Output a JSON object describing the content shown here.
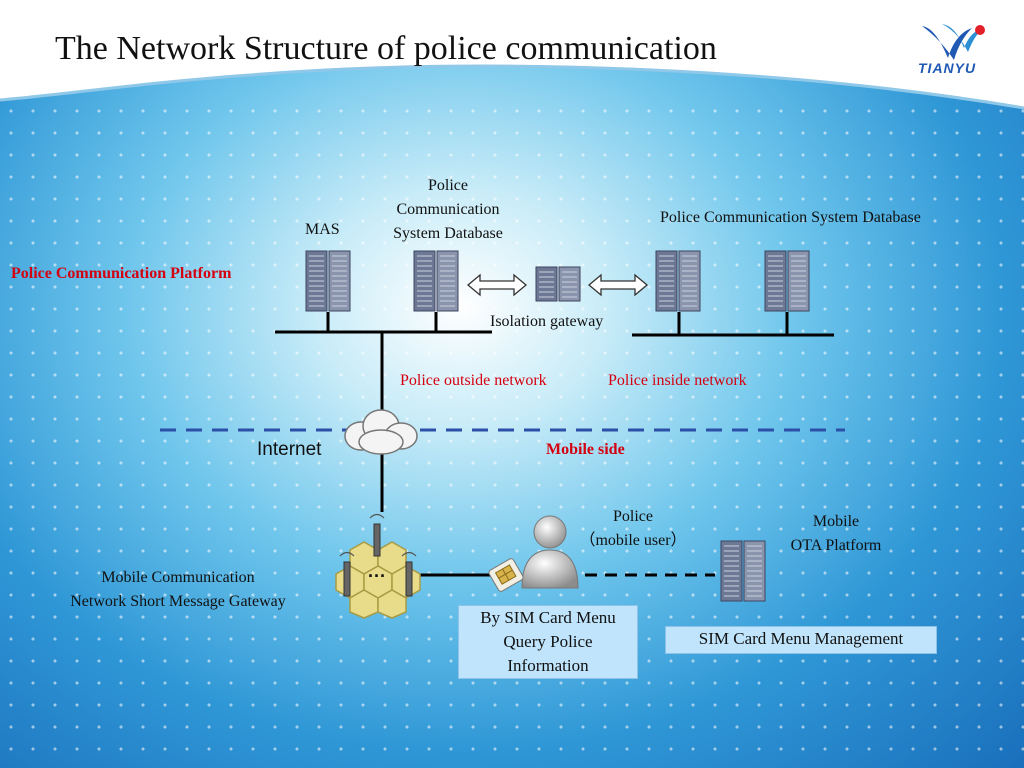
{
  "title": "The Network Structure of police communication",
  "logo": {
    "text": "TIANYU",
    "icon": "tianyu-wave-logo"
  },
  "labels": {
    "mas": "MAS",
    "pcsd_top_line1": "Police",
    "pcsd_top_line2": "Communication",
    "pcsd_top_line3": "System Database",
    "pcsd_right": "Police Communication  System Database",
    "platform": "Police Communication  Platform",
    "isolation_gateway": "Isolation gateway",
    "outside_network": "Police outside network",
    "inside_network": "Police inside network",
    "internet": "Internet",
    "mobile_side": "Mobile side",
    "police_user_line1": "Police",
    "police_user_line2": "（mobile user）",
    "ota_line1": "Mobile",
    "ota_line2": "OTA  Platform",
    "gateway_line1": "Mobile Communication",
    "gateway_line2": "Network Short Message Gateway",
    "sim_query_line1": "By SIM Card Menu",
    "sim_query_line2": "Query Police",
    "sim_query_line3": "Information",
    "sim_mgmt": "SIM Card  Menu Management"
  },
  "icons": [
    "server-icon",
    "double-arrow-icon",
    "cloud-icon",
    "cell-tower-icon",
    "person-icon",
    "sim-card-icon"
  ],
  "colors": {
    "accent_red": "#d4000f",
    "dash_blue": "#2c4fa8",
    "box_fill": "#bfe4fb"
  }
}
